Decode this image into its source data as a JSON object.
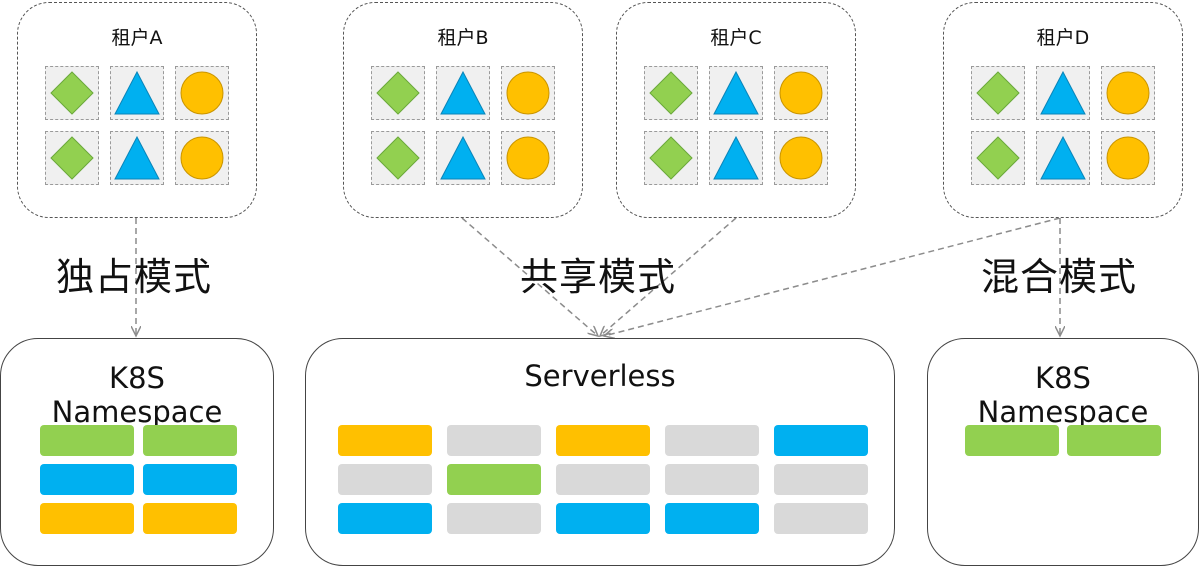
{
  "colors": {
    "green": "#92d050",
    "blue": "#00b0f0",
    "yellow": "#ffc000",
    "gray": "#d9d9d9",
    "tile_bg": "#f0f0f0",
    "arrow": "#8c8c8c"
  },
  "tenants": [
    {
      "label": "租户A",
      "shapes": [
        "diamond",
        "triangle",
        "circle",
        "diamond",
        "triangle",
        "circle"
      ]
    },
    {
      "label": "租户B",
      "shapes": [
        "diamond",
        "triangle",
        "circle",
        "diamond",
        "triangle",
        "circle"
      ]
    },
    {
      "label": "租户C",
      "shapes": [
        "diamond",
        "triangle",
        "circle",
        "diamond",
        "triangle",
        "circle"
      ]
    },
    {
      "label": "租户D",
      "shapes": [
        "diamond",
        "triangle",
        "circle",
        "diamond",
        "triangle",
        "circle"
      ]
    }
  ],
  "modes": {
    "exclusive": "独占模式",
    "shared": "共享模式",
    "hybrid": "混合模式"
  },
  "clusters": {
    "left": {
      "title_line1": "K8S",
      "title_line2": "Namespace",
      "rows": [
        [
          "green",
          "green"
        ],
        [
          "blue",
          "blue"
        ],
        [
          "yellow",
          "yellow"
        ]
      ]
    },
    "serverless": {
      "title": "Serverless",
      "rows": [
        [
          "yellow",
          "gray",
          "yellow",
          "gray",
          "blue"
        ],
        [
          "gray",
          "green",
          "gray",
          "gray",
          "gray"
        ],
        [
          "blue",
          "gray",
          "blue",
          "blue",
          "gray"
        ]
      ]
    },
    "right": {
      "title_line1": "K8S",
      "title_line2": "Namespace",
      "rows": [
        [
          "green",
          "green"
        ]
      ]
    }
  }
}
